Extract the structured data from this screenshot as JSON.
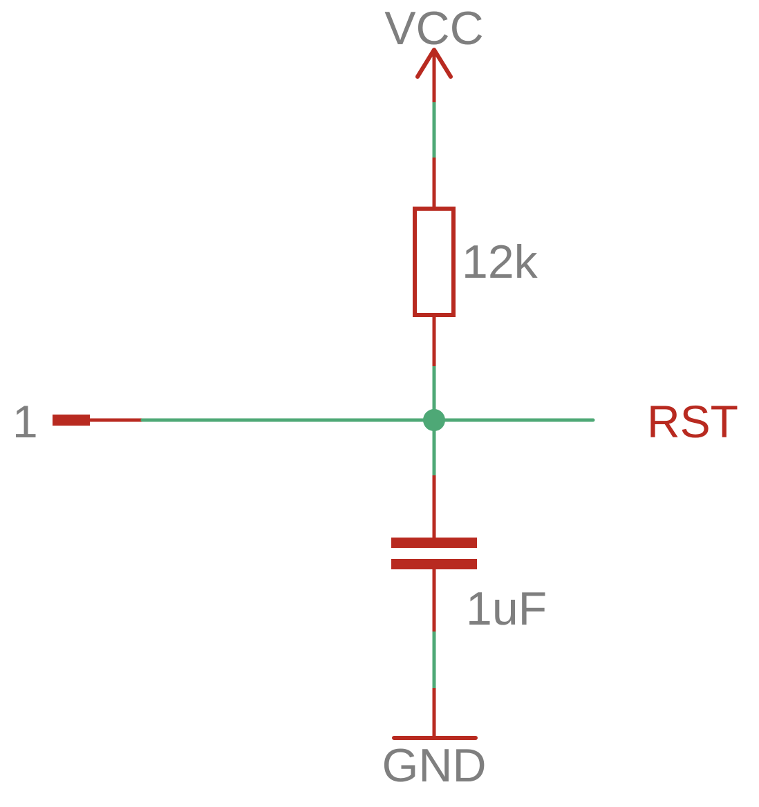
{
  "labels": {
    "vcc": "VCC",
    "resistor_value": "12k",
    "pin": "1",
    "net": "RST",
    "capacitor_value": "1uF",
    "gnd": "GND"
  },
  "colors": {
    "symbol": "#b82a20",
    "net_wire": "#4ea876",
    "text_gray": "#7f7f7f",
    "net_label": "#b82a20"
  }
}
